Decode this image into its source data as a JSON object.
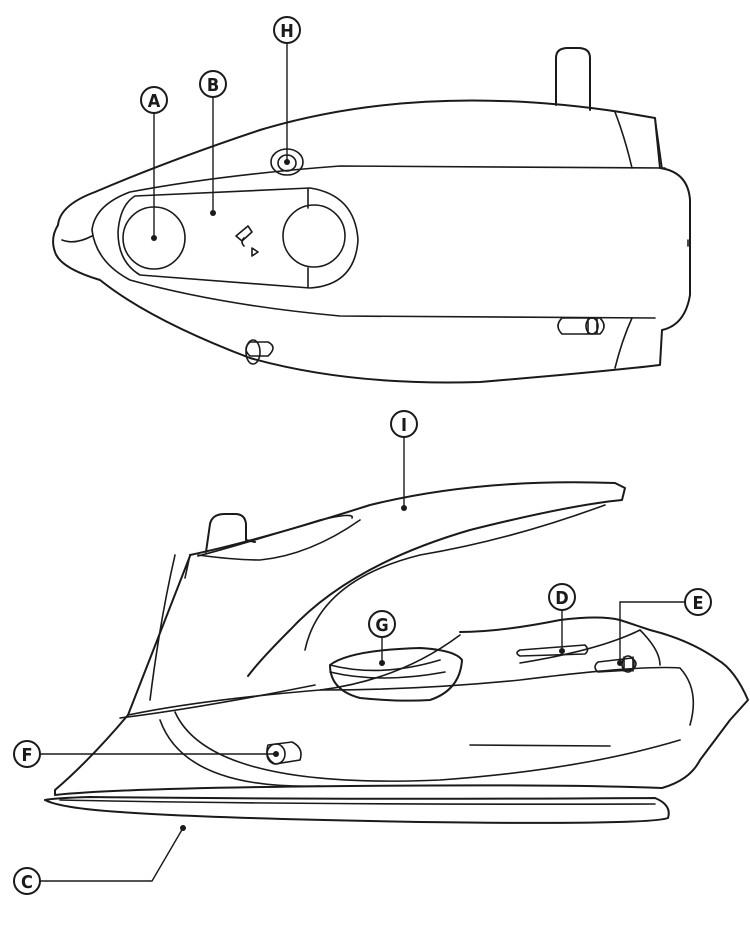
{
  "callouts": {
    "A": "A",
    "B": "B",
    "C": "C",
    "D": "D",
    "E": "E",
    "F": "F",
    "G": "G",
    "H": "H",
    "I": "I"
  }
}
